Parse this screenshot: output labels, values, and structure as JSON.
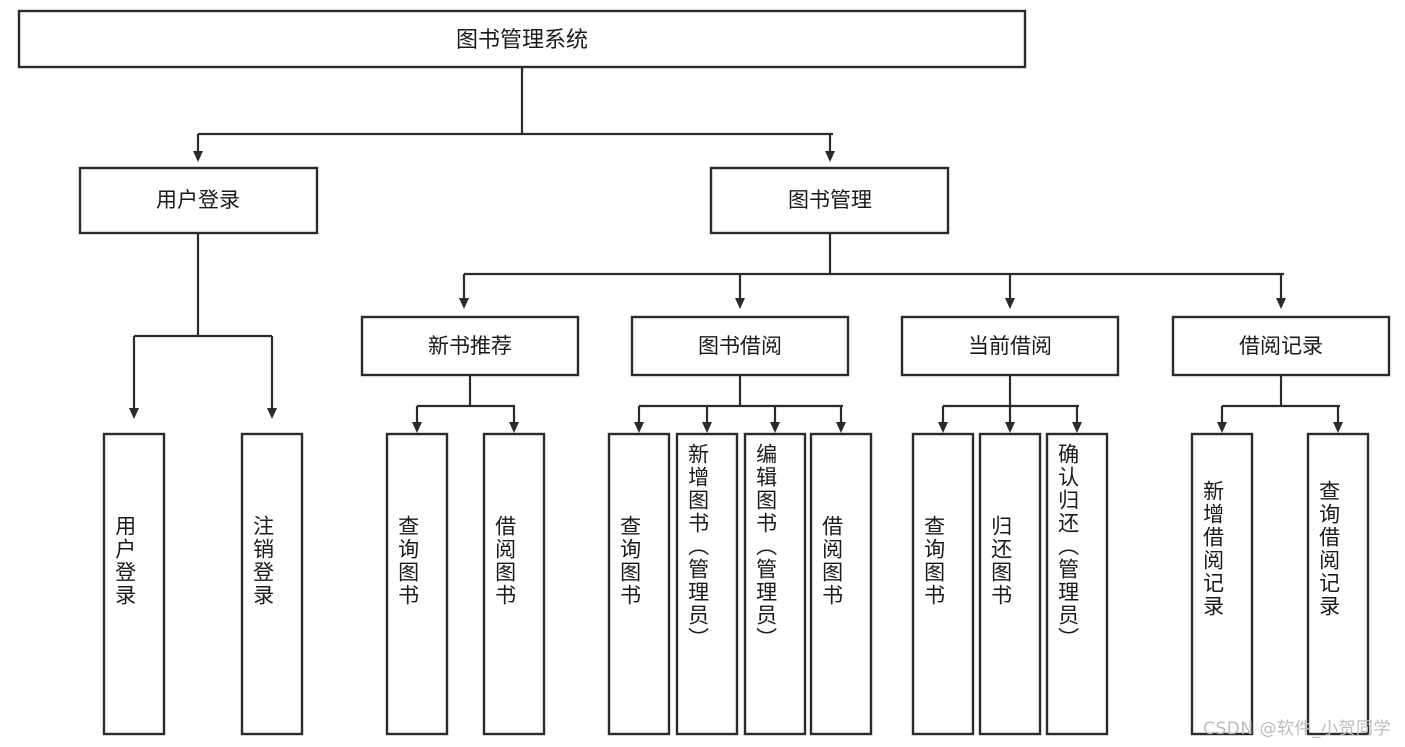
{
  "diagram": {
    "title": "图书管理系统",
    "type": "tree",
    "root": {
      "id": "root",
      "label": "图书管理系统",
      "orientation": "horizontal"
    },
    "level2": [
      {
        "id": "user-login",
        "label": "用户登录",
        "orientation": "horizontal"
      },
      {
        "id": "book-manage",
        "label": "图书管理",
        "orientation": "horizontal"
      }
    ],
    "level3": [
      {
        "id": "new-book-recommend",
        "label": "新书推荐",
        "parent": "book-manage",
        "orientation": "horizontal"
      },
      {
        "id": "book-borrow",
        "label": "图书借阅",
        "parent": "book-manage",
        "orientation": "horizontal"
      },
      {
        "id": "current-borrow",
        "label": "当前借阅",
        "parent": "book-manage",
        "orientation": "horizontal"
      },
      {
        "id": "borrow-record",
        "label": "借阅记录",
        "parent": "book-manage",
        "orientation": "horizontal"
      }
    ],
    "leaves": [
      {
        "id": "leaf-user-login",
        "label": "用户登录",
        "parent": "user-login",
        "orientation": "vertical"
      },
      {
        "id": "leaf-logout-login",
        "label": "注销登录",
        "parent": "user-login",
        "orientation": "vertical"
      },
      {
        "id": "leaf-query-book-1",
        "label": "查询图书",
        "parent": "new-book-recommend",
        "orientation": "vertical"
      },
      {
        "id": "leaf-borrow-book-1",
        "label": "借阅图书",
        "parent": "new-book-recommend",
        "orientation": "vertical"
      },
      {
        "id": "leaf-query-book-2",
        "label": "查询图书",
        "parent": "book-borrow",
        "orientation": "vertical"
      },
      {
        "id": "leaf-add-book",
        "label": "新增图书（管理员）",
        "parent": "book-borrow",
        "orientation": "vertical"
      },
      {
        "id": "leaf-edit-book",
        "label": "编辑图书（管理员）",
        "parent": "book-borrow",
        "orientation": "vertical"
      },
      {
        "id": "leaf-borrow-book-2",
        "label": "借阅图书",
        "parent": "book-borrow",
        "orientation": "vertical"
      },
      {
        "id": "leaf-query-book-3",
        "label": "查询图书",
        "parent": "current-borrow",
        "orientation": "vertical"
      },
      {
        "id": "leaf-return-book",
        "label": "归还图书",
        "parent": "current-borrow",
        "orientation": "vertical"
      },
      {
        "id": "leaf-confirm-return",
        "label": "确认归还（管理员）",
        "parent": "current-borrow",
        "orientation": "vertical"
      },
      {
        "id": "leaf-add-record",
        "label": "新增借阅记录",
        "parent": "borrow-record",
        "orientation": "vertical"
      },
      {
        "id": "leaf-query-record",
        "label": "查询借阅记录",
        "parent": "borrow-record",
        "orientation": "vertical"
      }
    ],
    "watermark": "CSDN @软件_小贺同学",
    "colors": {
      "box_stroke": "#2b2b2b",
      "box_fill": "#ffffff",
      "text": "#1a1a1a",
      "connector": "#2b2b2b",
      "watermark": "#bdbdbd",
      "background": "#ffffff"
    }
  }
}
